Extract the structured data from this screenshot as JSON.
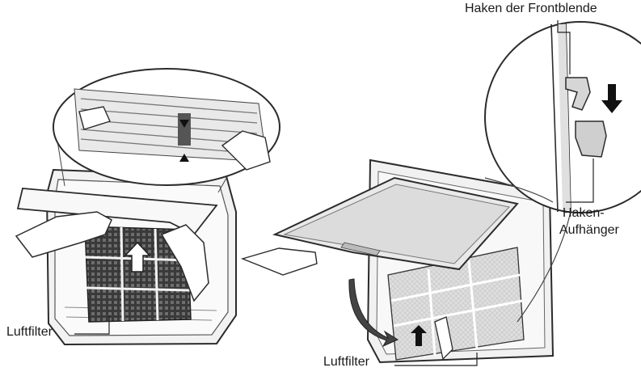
{
  "labels": {
    "air_filter_left": "Luftfilter",
    "air_filter_right": "Luftfilter",
    "front_panel_hook": "Haken der Frontblende",
    "hook_hanger_line1": "Haken-",
    "hook_hanger_line2": "Aufhänger"
  },
  "colors": {
    "line": "#2b2b2b",
    "panel_fill": "#efefef",
    "filter_mesh": "#3a3a3a",
    "shadow": "#c8c8c8"
  }
}
